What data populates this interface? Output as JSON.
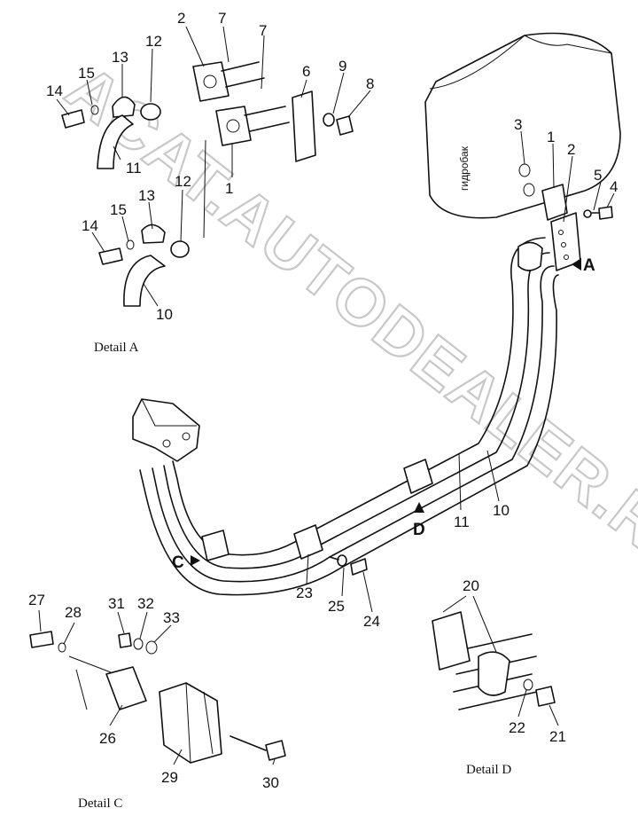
{
  "watermark": "ACAT.AUTODEALER.RU",
  "tank_label": "гидробак",
  "captions": {
    "detail_a": "Detail A",
    "detail_c": "Detail C",
    "detail_d": "Detail D"
  },
  "view_markers": {
    "a": "A",
    "c": "C",
    "d": "D"
  },
  "part_numbers": {
    "p1a": "1",
    "p1b": "1",
    "p2a": "2",
    "p2b": "2",
    "p3": "3",
    "p4": "4",
    "p5": "5",
    "p6": "6",
    "p7a": "7",
    "p7b": "7",
    "p8": "8",
    "p9": "9",
    "p10a": "10",
    "p10b": "10",
    "p11a": "11",
    "p11b": "11",
    "p12a": "12",
    "p12b": "12",
    "p13a": "13",
    "p13b": "13",
    "p14a": "14",
    "p14b": "14",
    "p15a": "15",
    "p15b": "15",
    "p20": "20",
    "p21": "21",
    "p22": "22",
    "p23": "23",
    "p24": "24",
    "p25": "25",
    "p26": "26",
    "p27": "27",
    "p28": "28",
    "p29": "29",
    "p30": "30",
    "p31": "31",
    "p32": "32",
    "p33": "33"
  }
}
